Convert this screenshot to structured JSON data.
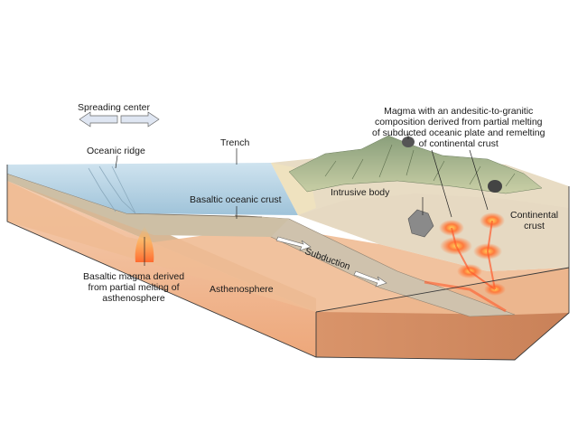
{
  "labels": {
    "spreading_center": "Spreading center",
    "oceanic_ridge": "Oceanic ridge",
    "trench": "Trench",
    "basaltic_oceanic_crust": "Basaltic oceanic crust",
    "intrusive_body": "Intrusive body",
    "continental_crust": [
      "Continental",
      "crust"
    ],
    "subduction": "Subduction",
    "asthenosphere": "Asthenosphere",
    "basaltic_magma": [
      "Basaltic magma derived",
      "from partial melting of",
      "asthenosphere"
    ],
    "magma_andesitic": [
      "Magma with an andesitic-to-granitic",
      "composition derived from partial melting",
      "of subducted oceanic plate and remelting",
      "of continental crust"
    ]
  },
  "colors": {
    "ocean": "#b9d6e6",
    "oceanic_crust": "#cdbfa5",
    "mantle_top": "#f2c7a8",
    "mantle": "#f0b78c",
    "continent": "#e8dcc4",
    "mountains": "#9db58a",
    "magma": "#ff7a4e",
    "outline": "#3a3a3a"
  },
  "icons": [
    "double-arrow-icon",
    "subduction-arrow-icon",
    "volcano-icon"
  ]
}
